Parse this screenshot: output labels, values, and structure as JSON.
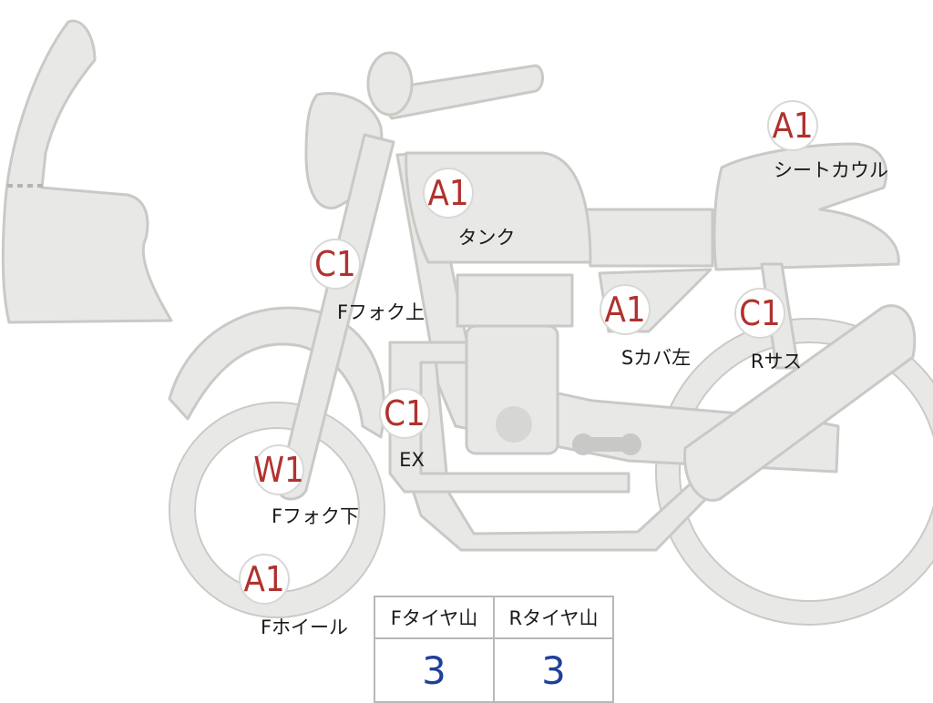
{
  "markers": [
    {
      "id": "seat-cowl",
      "grade": "A1",
      "label": "シートカウル"
    },
    {
      "id": "tank",
      "grade": "A1",
      "label": "タンク"
    },
    {
      "id": "fork-upper",
      "grade": "C1",
      "label": "Fフォク上"
    },
    {
      "id": "side-cover-left",
      "grade": "A1",
      "label": "Sカバ左"
    },
    {
      "id": "rear-suspension",
      "grade": "C1",
      "label": "Rサス"
    },
    {
      "id": "exhaust",
      "grade": "C1",
      "label": "EX"
    },
    {
      "id": "fork-lower",
      "grade": "W1",
      "label": "Fフォク下"
    },
    {
      "id": "front-wheel",
      "grade": "A1",
      "label": "Fホイール"
    }
  ],
  "tread_table": {
    "headers": [
      "Fタイヤ山",
      "Rタイヤ山"
    ],
    "values": [
      "3",
      "3"
    ]
  },
  "colors": {
    "part_fill": "#e8e8e6",
    "part_stroke": "#c9c9c6",
    "grade_text": "#b0322e",
    "tread_value": "#1f3f9a"
  }
}
